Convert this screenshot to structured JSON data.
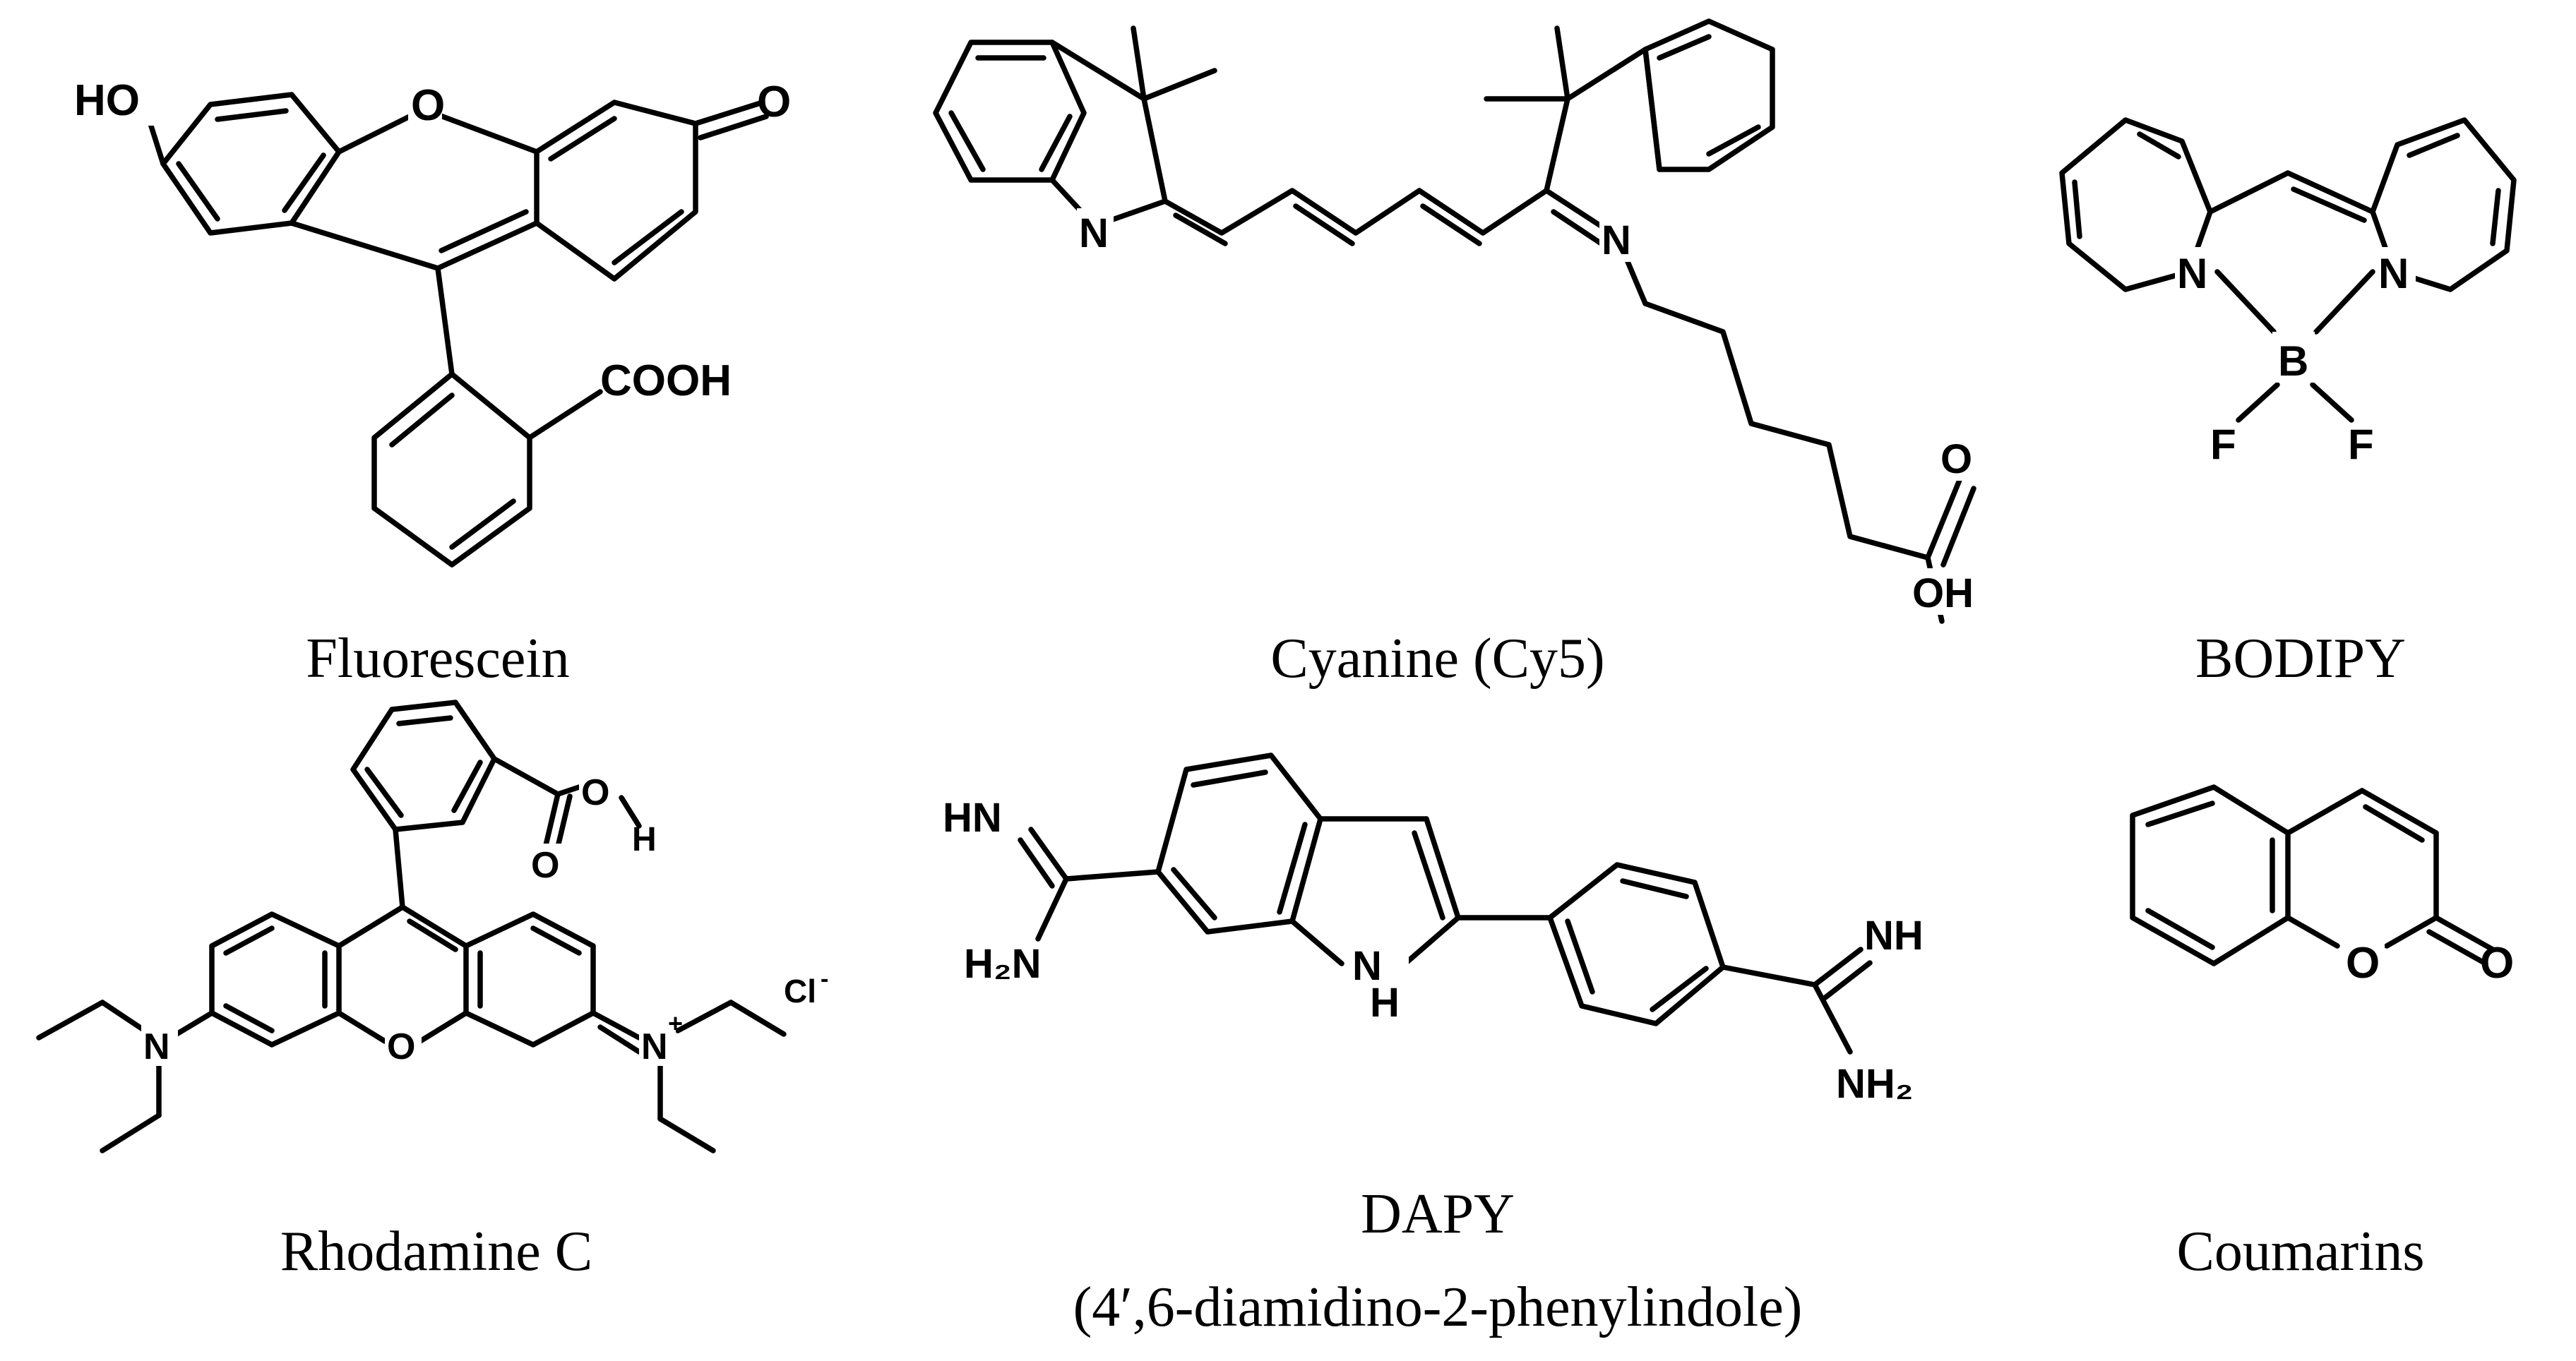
{
  "labels": {
    "fluorescein": "Fluorescein",
    "cyanine": "Cyanine (Cy5)",
    "bodipy": "BODIPY",
    "rhodamine": "Rhodamine C",
    "dapy": "DAPY",
    "dapy_full": "(4′,6-diamidino-2-phenylindole)",
    "coumarins": "Coumarins"
  },
  "atoms": {
    "ho": "HO",
    "o": "O",
    "cooh": "COOH",
    "n": "N",
    "oh": "OH",
    "b": "B",
    "f": "F",
    "h": "H",
    "cl": "Cl",
    "cl_charge": "-",
    "plus": "+",
    "hn": "HN",
    "nh": "NH",
    "h2n": "H₂N",
    "nh2": "NH₂"
  },
  "colors": {
    "ink": "#000000",
    "background": "#ffffff"
  }
}
